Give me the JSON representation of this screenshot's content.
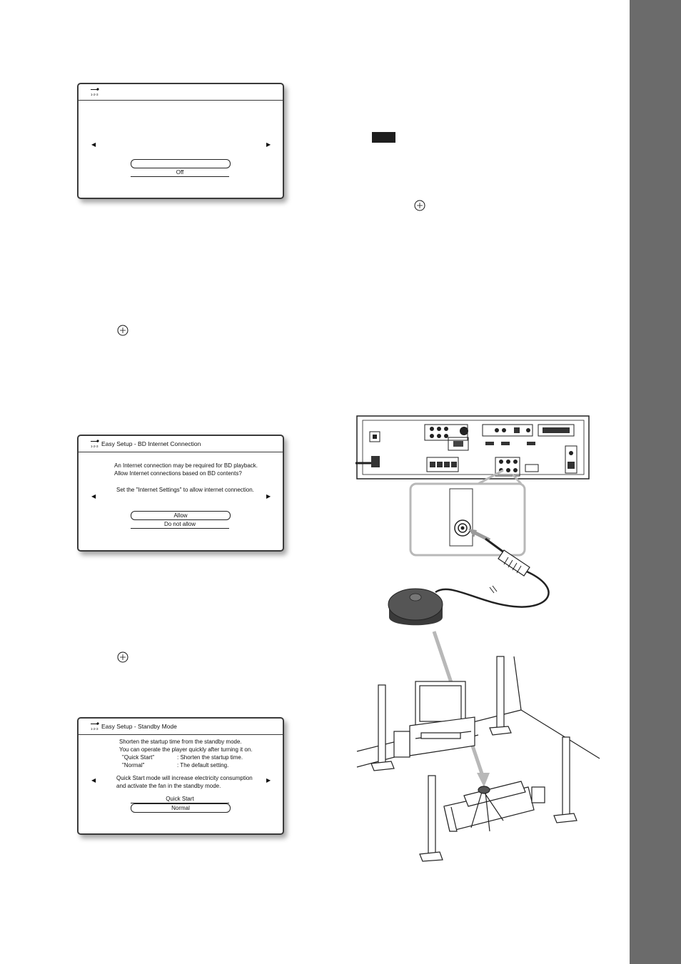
{
  "panels": {
    "top": {
      "options": [
        "",
        "Off"
      ]
    },
    "bd_internet": {
      "title": "Easy Setup - BD Internet Connection",
      "message_line1": "An Internet connection may be required for BD playback.",
      "message_line2": "Allow Internet connections based on BD contents?",
      "message_line3": "Set the \"Internet Settings\" to allow internet connection.",
      "options": [
        "Allow",
        "Do not allow"
      ]
    },
    "standby": {
      "title": "Easy Setup - Standby Mode",
      "line1": "Shorten the startup time from the standby mode.",
      "line2": "You can operate the player quickly after turning it on.",
      "quick_label": "\"Quick Start\"",
      "quick_desc": ": Shorten the startup time.",
      "normal_label": "\"Normal\"",
      "normal_desc": ": The default setting.",
      "warn_line1": "Quick Start mode will increase electricity consumption",
      "warn_line2": "and activate the fan in the standby mode.",
      "options": [
        "Quick Start",
        "Normal"
      ]
    }
  },
  "colors": {
    "side_tab": "#6b6b6b",
    "panel_border": "#3a3a3a",
    "arrow_highlight": "#b8b8b8"
  },
  "icons": [
    "tool-icon",
    "enter-button-icon",
    "left-arrow-icon",
    "right-arrow-icon"
  ]
}
